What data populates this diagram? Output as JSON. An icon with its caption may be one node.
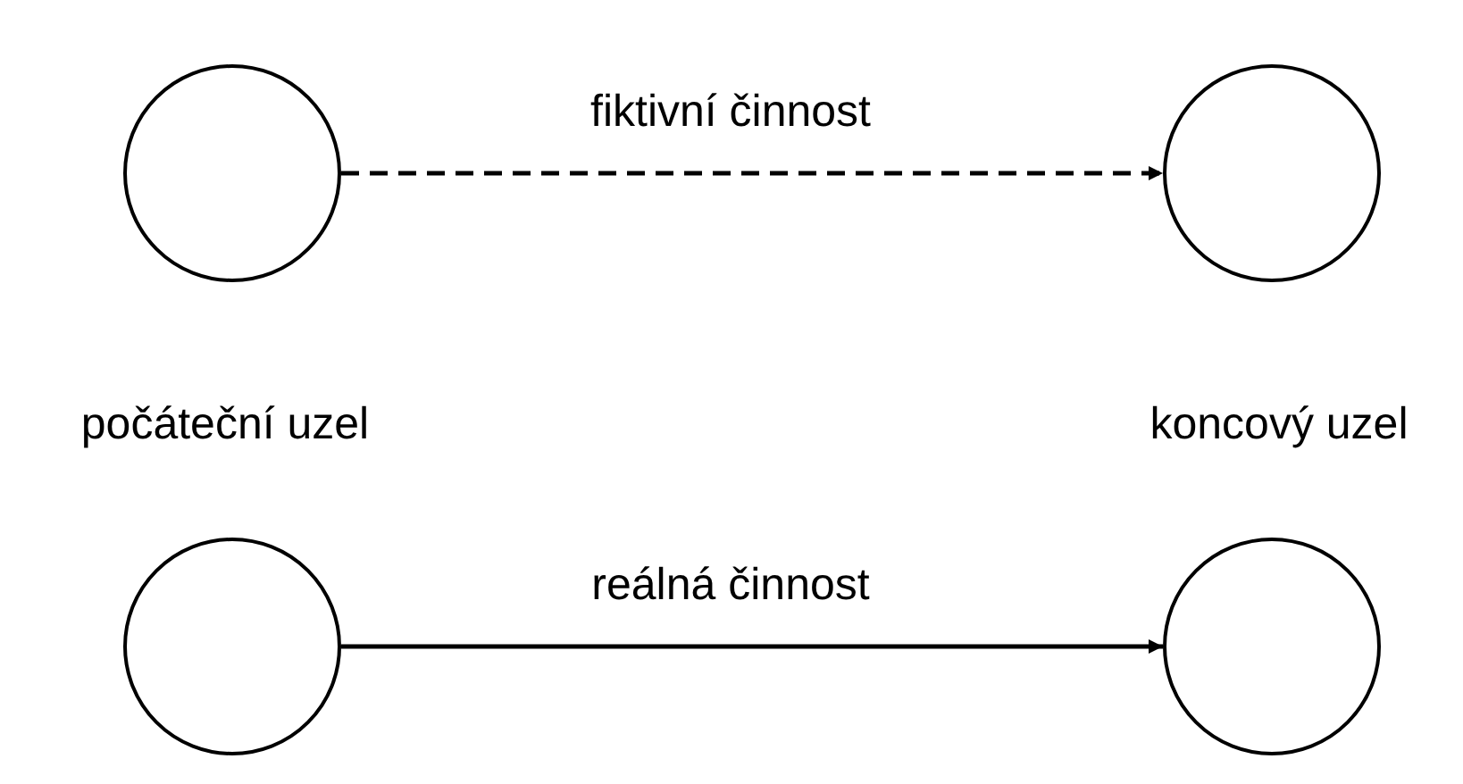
{
  "diagram": {
    "nodes": [
      {
        "text": [],
        "shape": "circle"
      },
      {
        "text": [],
        "shape": "circle"
      },
      {
        "text": [],
        "shape": "circle"
      },
      {
        "text": [],
        "shape": "circle"
      }
    ],
    "edges": [
      {
        "from": 0,
        "to": 1,
        "arrow": "to",
        "style": "dashed",
        "label": "fiktivní činnost"
      },
      {
        "from": 2,
        "to": 3,
        "arrow": "to",
        "label": "reálná činnost"
      }
    ],
    "labels": [
      "počáteční uzel",
      "koncový uzel"
    ]
  }
}
